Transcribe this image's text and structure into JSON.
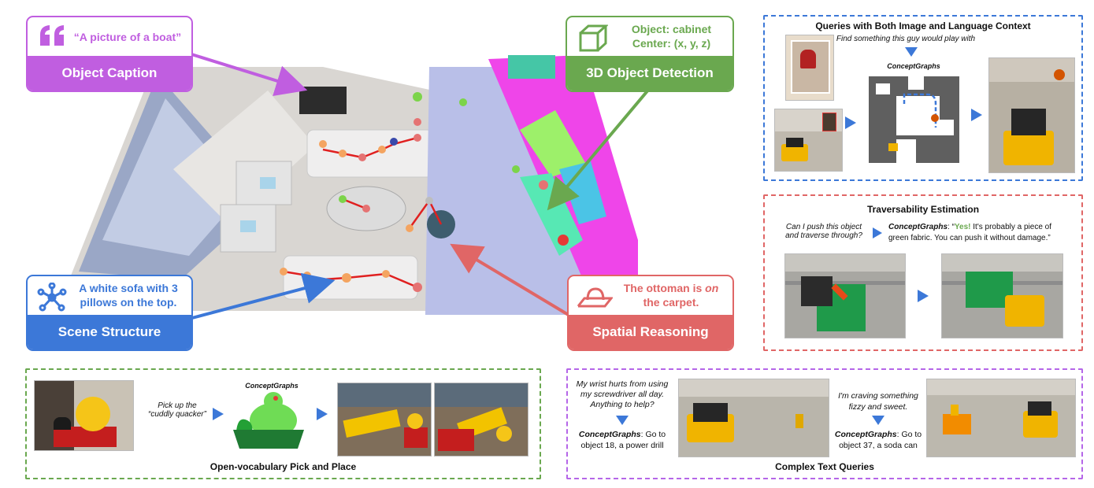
{
  "colors": {
    "caption": "#c05ee0",
    "detection": "#6aa84f",
    "structure": "#3c78d8",
    "spatial": "#e06666",
    "queries_border": "#3c78d8",
    "traverse_border": "#e06666",
    "pick_border": "#6aa84f",
    "complex_border": "#b566e8",
    "arrow_blue": "#3c78d8"
  },
  "callouts": {
    "caption": {
      "quote": "“A picture of a boat”",
      "label": "Object Caption",
      "icon": "quote-icon"
    },
    "detection": {
      "line1": "Object: cabinet",
      "line2": "Center: (x, y, z)",
      "label": "3D Object Detection",
      "icon": "cube-icon"
    },
    "structure": {
      "line1": "A white sofa with 3",
      "line2": "pillows on the top.",
      "label": "Scene Structure",
      "icon": "graph-network-icon"
    },
    "spatial": {
      "line1_pre": "The ottoman is ",
      "line1_em": "on",
      "line2": "the carpet.",
      "label": "Spatial Reasoning",
      "icon": "ottoman-on-carpet-icon"
    }
  },
  "queries": {
    "title": "Queries with Both Image and Language Context",
    "prompt": "Find something this guy would play with",
    "system": "ConceptGraphs"
  },
  "traversability": {
    "title": "Traversability Estimation",
    "question_line1": "Can I push this object",
    "question_line2": "and traverse through?",
    "system": "ConceptGraphs",
    "answer_colon": ": “",
    "answer_yes": "Yes!",
    "answer_rest1": " It's probably a piece of",
    "answer_line2": "green fabric. You can push it without damage.”"
  },
  "pick_place": {
    "title": "Open-vocabulary Pick and Place",
    "prompt_line1": "Pick up the",
    "prompt_line2": "“cuddly quacker”",
    "system": "ConceptGraphs"
  },
  "complex": {
    "title": "Complex Text Queries",
    "q1_line1": "My wrist hurts from using",
    "q1_line2": "my screwdriver all day.",
    "q1_line3": "Anything to help?",
    "a1_system": "ConceptGraphs",
    "a1_rest1": ": Go to",
    "a1_line2": "object 18, a power drill",
    "q2_line1": "I'm craving something",
    "q2_line2": "fizzy and sweet.",
    "a2_system": "ConceptGraphs",
    "a2_rest1": ": Go to",
    "a2_line2": "object 37, a soda can"
  }
}
